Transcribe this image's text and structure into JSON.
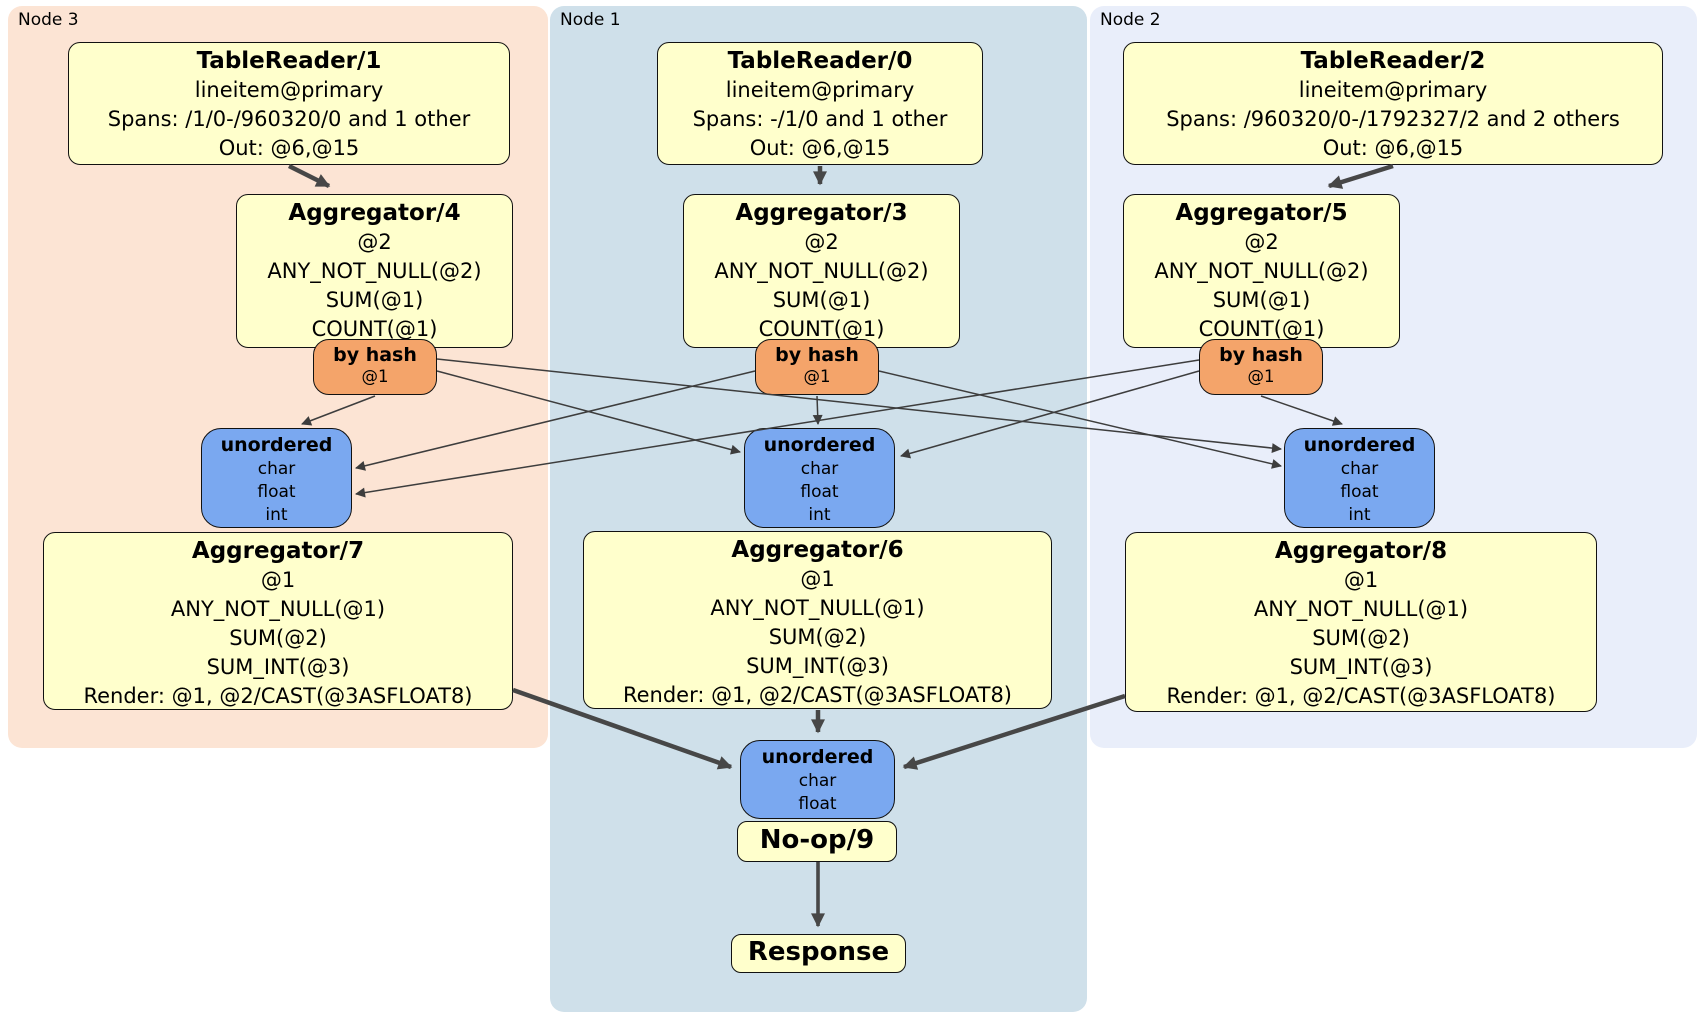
{
  "diagram_type": "distsql-query-plan",
  "regions": {
    "node3": {
      "label": "Node 3"
    },
    "node1": {
      "label": "Node 1"
    },
    "node2": {
      "label": "Node 2"
    }
  },
  "colors": {
    "node3_bg": "#fce4d4",
    "node1_bg": "#cfe0ea",
    "node2_bg": "#e9eefa",
    "processor_bg": "#ffffcc",
    "router_bg": "#f4a46a",
    "synchronizer_bg": "#7aa8f0",
    "edge": "#474747"
  },
  "boxes": {
    "tr1": {
      "title": "TableReader/1",
      "lines": [
        "lineitem@primary",
        "Spans: /1/0-/960320/0 and 1 other",
        "Out: @6,@15"
      ]
    },
    "tr0": {
      "title": "TableReader/0",
      "lines": [
        "lineitem@primary",
        "Spans: -/1/0 and 1 other",
        "Out: @6,@15"
      ]
    },
    "tr2": {
      "title": "TableReader/2",
      "lines": [
        "lineitem@primary",
        "Spans: /960320/0-/1792327/2 and 2 others",
        "Out: @6,@15"
      ]
    },
    "agg4": {
      "title": "Aggregator/4",
      "lines": [
        "@2",
        "ANY_NOT_NULL(@2)",
        "SUM(@1)",
        "COUNT(@1)"
      ]
    },
    "agg3": {
      "title": "Aggregator/3",
      "lines": [
        "@2",
        "ANY_NOT_NULL(@2)",
        "SUM(@1)",
        "COUNT(@1)"
      ]
    },
    "agg5": {
      "title": "Aggregator/5",
      "lines": [
        "@2",
        "ANY_NOT_NULL(@2)",
        "SUM(@1)",
        "COUNT(@1)"
      ]
    },
    "hash_left": {
      "title": "by hash",
      "lines": [
        "@1"
      ]
    },
    "hash_mid": {
      "title": "by hash",
      "lines": [
        "@1"
      ]
    },
    "hash_right": {
      "title": "by hash",
      "lines": [
        "@1"
      ]
    },
    "sync_left": {
      "title": "unordered",
      "lines": [
        "char",
        "float",
        "int"
      ]
    },
    "sync_mid": {
      "title": "unordered",
      "lines": [
        "char",
        "float",
        "int"
      ]
    },
    "sync_right": {
      "title": "unordered",
      "lines": [
        "char",
        "float",
        "int"
      ]
    },
    "agg7": {
      "title": "Aggregator/7",
      "lines": [
        "@1",
        "ANY_NOT_NULL(@1)",
        "SUM(@2)",
        "SUM_INT(@3)",
        "Render: @1, @2/CAST(@3ASFLOAT8)"
      ]
    },
    "agg6": {
      "title": "Aggregator/6",
      "lines": [
        "@1",
        "ANY_NOT_NULL(@1)",
        "SUM(@2)",
        "SUM_INT(@3)",
        "Render: @1, @2/CAST(@3ASFLOAT8)"
      ]
    },
    "agg8": {
      "title": "Aggregator/8",
      "lines": [
        "@1",
        "ANY_NOT_NULL(@1)",
        "SUM(@2)",
        "SUM_INT(@3)",
        "Render: @1, @2/CAST(@3ASFLOAT8)"
      ]
    },
    "sync_bottom": {
      "title": "unordered",
      "lines": [
        "char",
        "float"
      ]
    },
    "noop": {
      "title": "No-op/9"
    },
    "response": {
      "title": "Response"
    }
  }
}
